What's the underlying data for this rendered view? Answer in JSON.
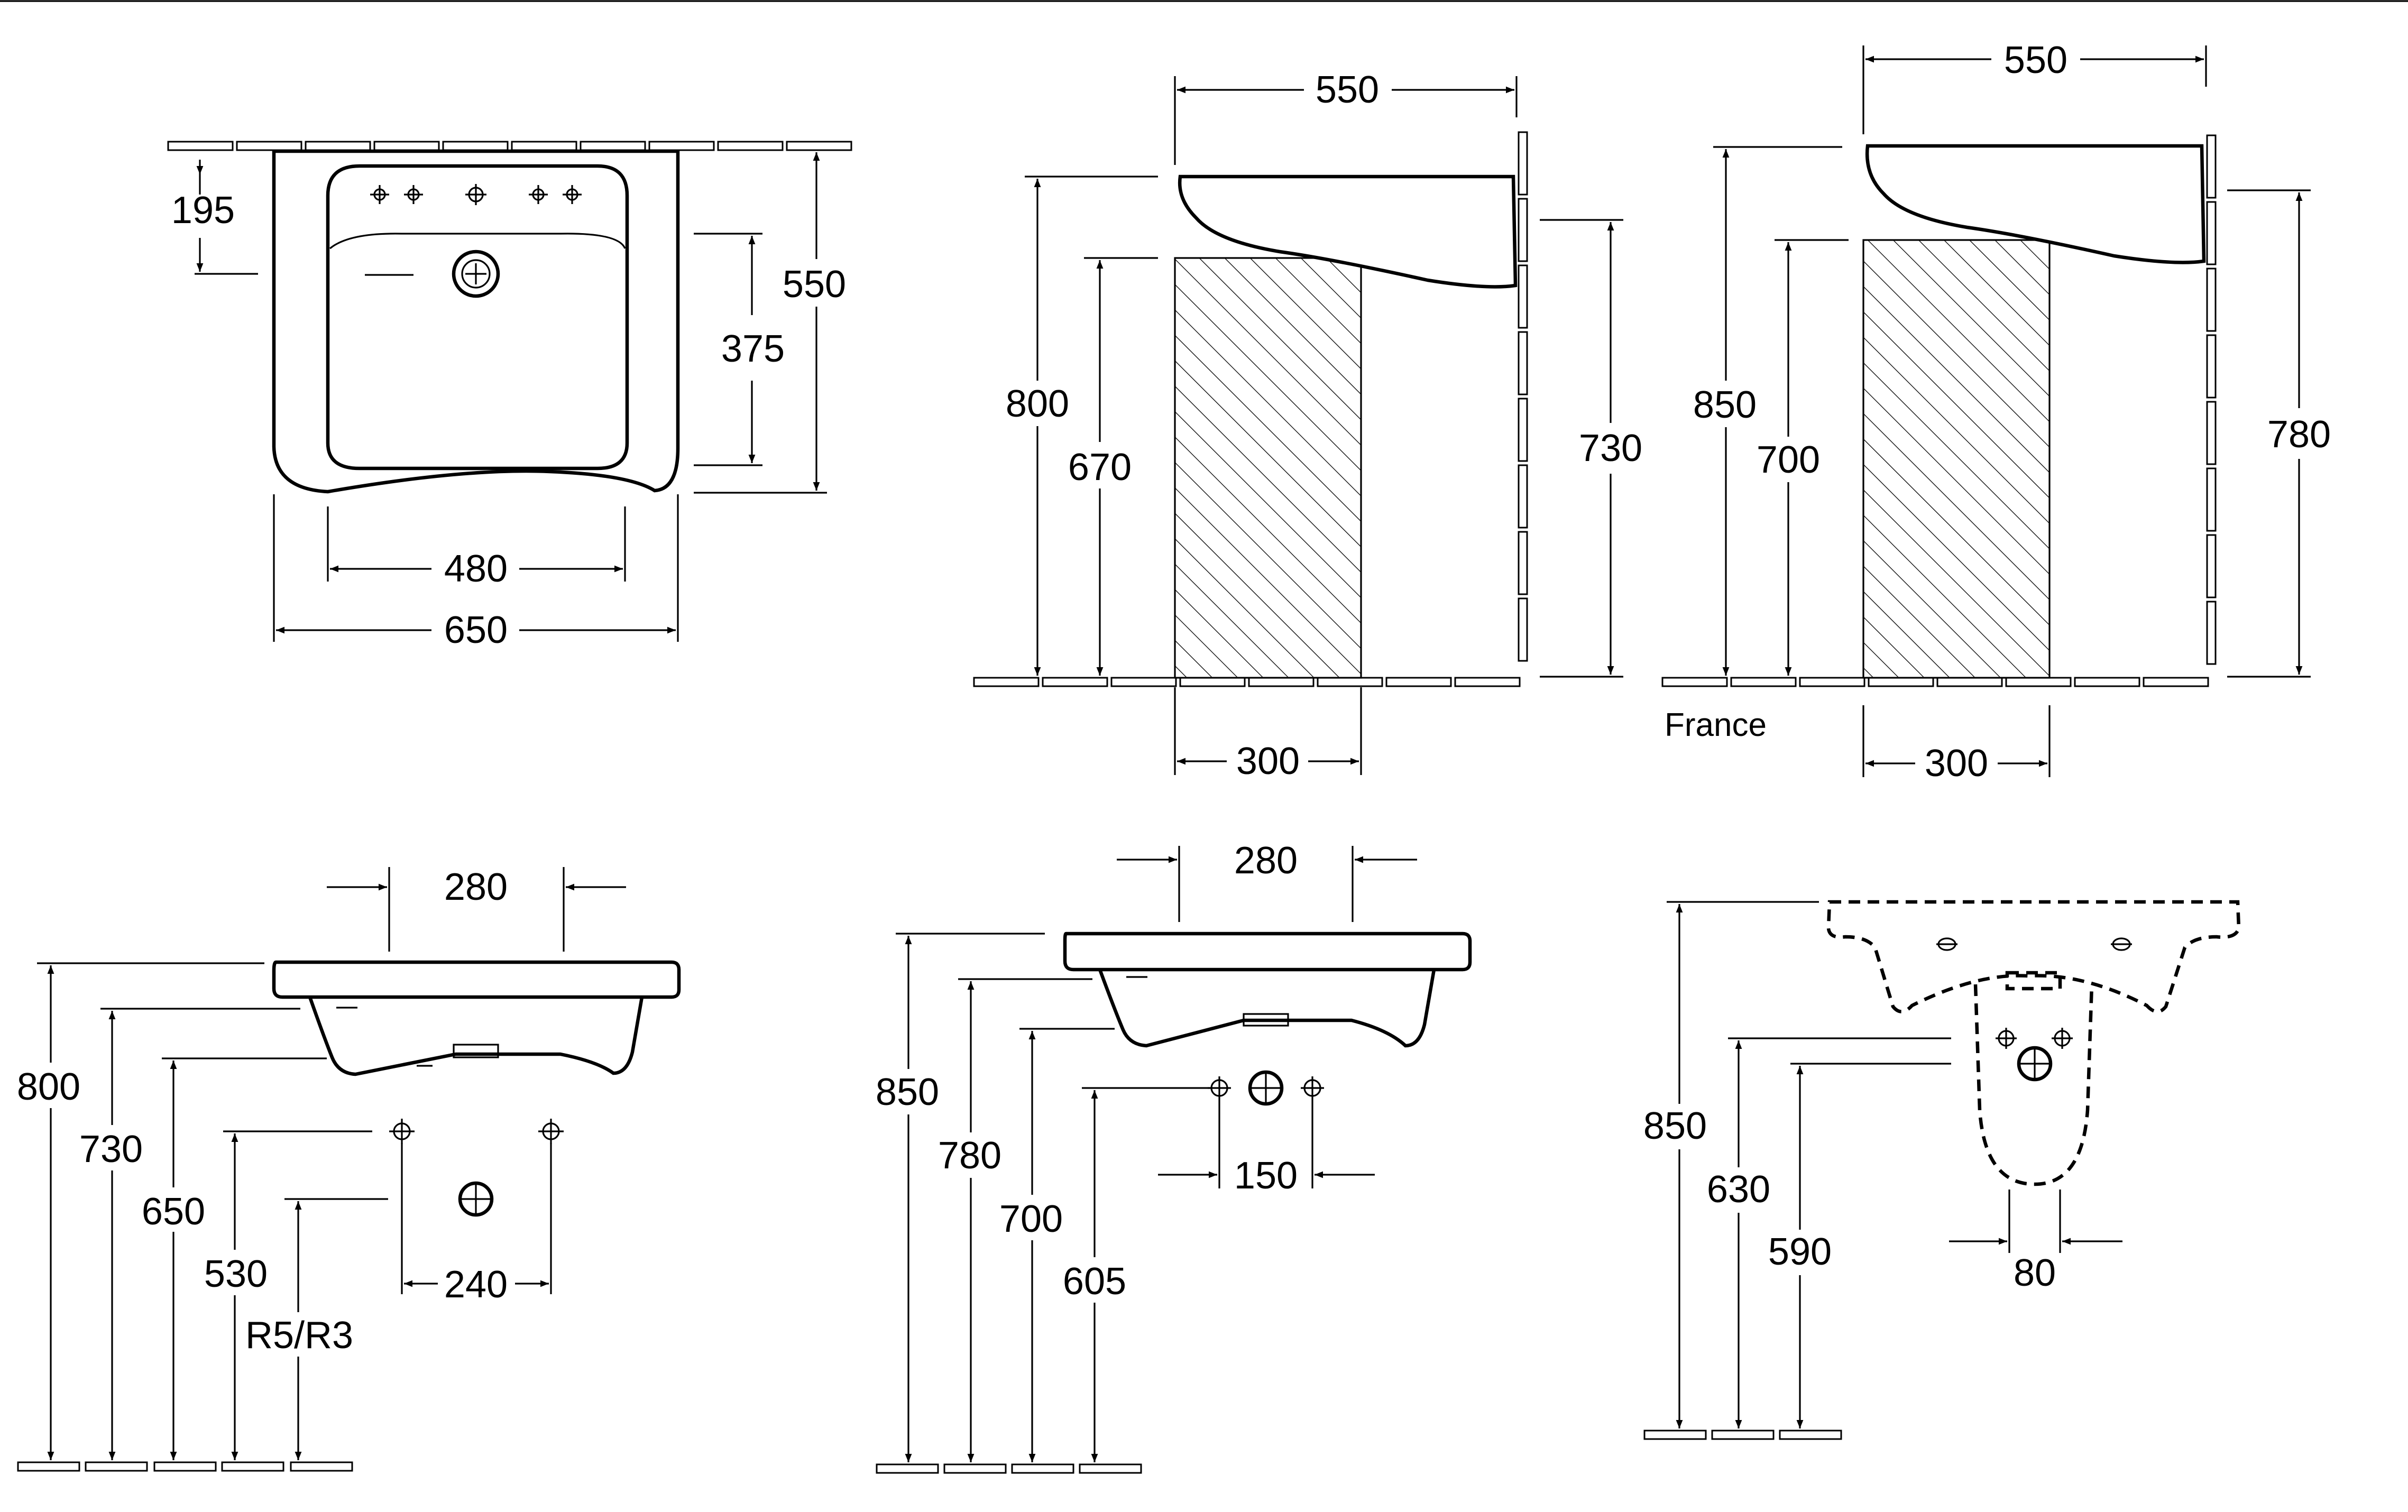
{
  "drawing": {
    "top_view": {
      "width_outer": "650",
      "width_inner": "480",
      "depth_total": "550",
      "depth_inner": "375",
      "tap_offset": "195"
    },
    "side_view_standard": {
      "projection": "550",
      "rim_height": "800",
      "clearance_height": "670",
      "bracket_height": "730",
      "knee_depth": "300"
    },
    "side_view_france": {
      "region_label": "France",
      "projection": "550",
      "rim_height": "850",
      "clearance_height": "700",
      "bracket_height": "780",
      "knee_depth": "300"
    },
    "front_view_low": {
      "bowl_width": "280",
      "rim_height": "800",
      "bowl_height": "730",
      "underside_height": "650",
      "fixing_height": "530",
      "waste_label": "R5/R3",
      "fixing_spacing": "240"
    },
    "front_view_high": {
      "bowl_width": "280",
      "rim_height": "850",
      "bowl_height": "780",
      "underside_height": "700",
      "fixing_height": "605",
      "fixing_spacing": "150"
    },
    "pedestal_view": {
      "rim_height": "850",
      "pedestal_height": "630",
      "waste_height": "590",
      "waste_width": "80"
    }
  }
}
